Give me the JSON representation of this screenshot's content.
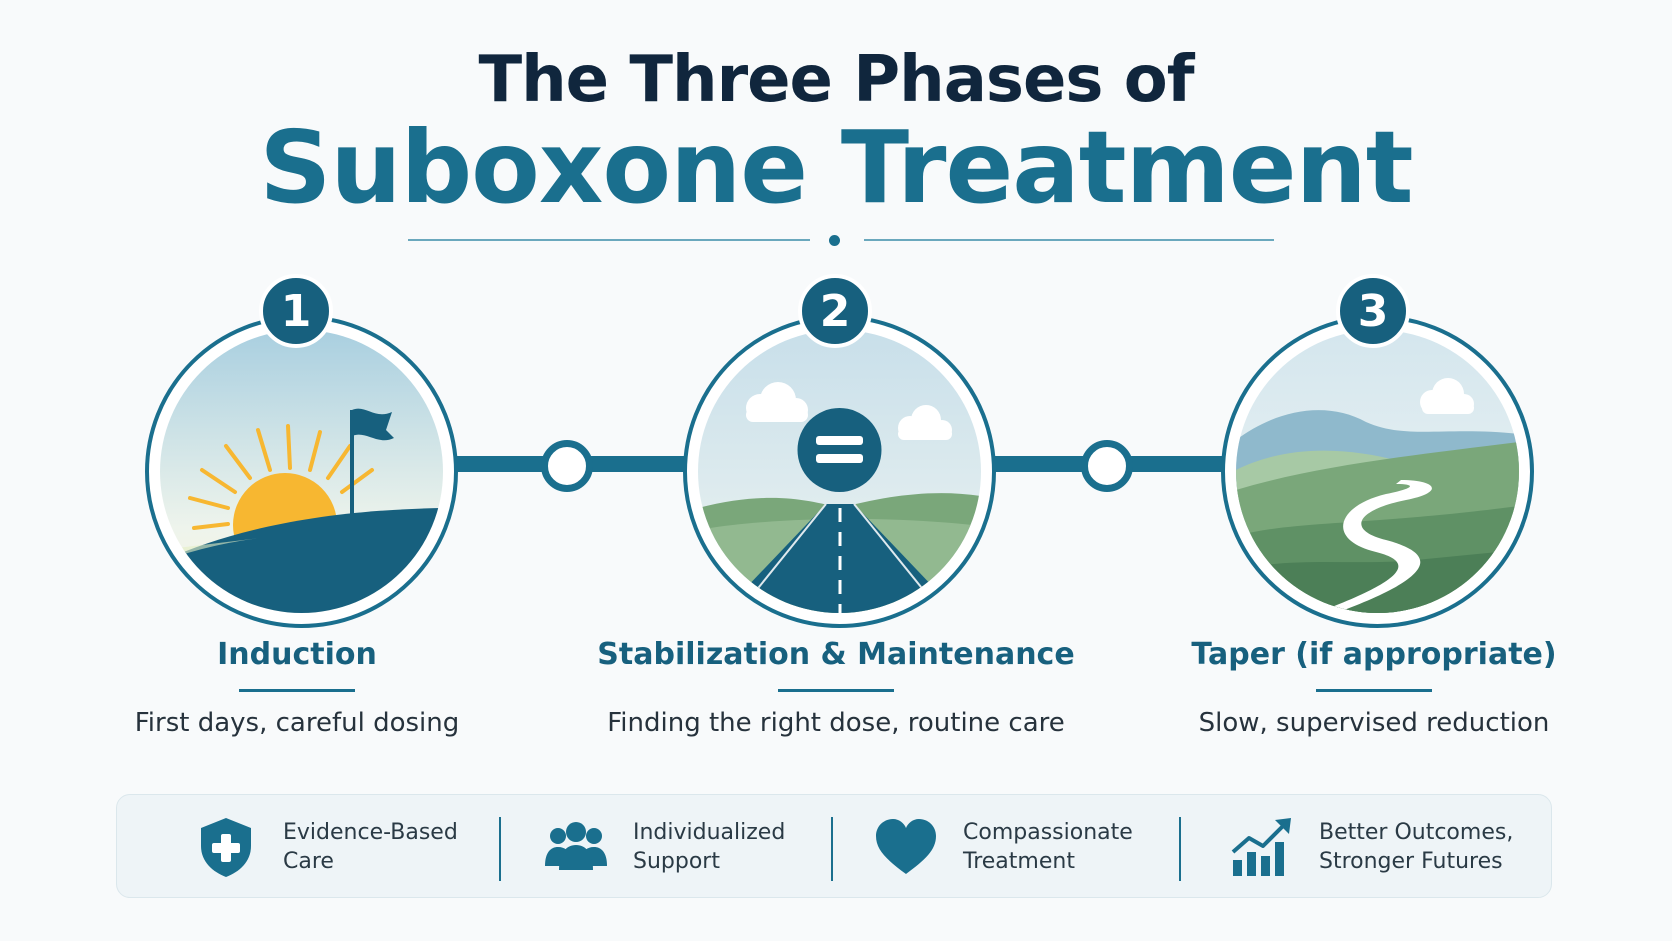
{
  "title": {
    "line1": "The Three Phases of",
    "line2": "Suboxone Treatment"
  },
  "phases": [
    {
      "number": "1",
      "name": "Induction",
      "description": "First days, careful dosing",
      "scene": "sunrise-hill-flag"
    },
    {
      "number": "2",
      "name": "Stabilization & Maintenance",
      "description": "Finding the right dose, routine care",
      "scene": "straight-road-equals"
    },
    {
      "number": "3",
      "name": "Taper (if appropriate)",
      "description": "Slow, supervised reduction",
      "scene": "winding-path-valley"
    }
  ],
  "features": [
    {
      "icon": "shield-cross-icon",
      "line1": "Evidence-Based",
      "line2": "Care"
    },
    {
      "icon": "people-group-icon",
      "line1": "Individualized",
      "line2": "Support"
    },
    {
      "icon": "heart-icon",
      "line1": "Compassionate",
      "line2": "Treatment"
    },
    {
      "icon": "growth-chart-icon",
      "line1": "Better Outcomes,",
      "line2": "Stronger Futures"
    }
  ],
  "colors": {
    "primary": "#1a6f8e",
    "dark": "#10263d",
    "badge": "#17607e",
    "sun": "#f7b731",
    "hill_green": "#6e9c6a"
  }
}
